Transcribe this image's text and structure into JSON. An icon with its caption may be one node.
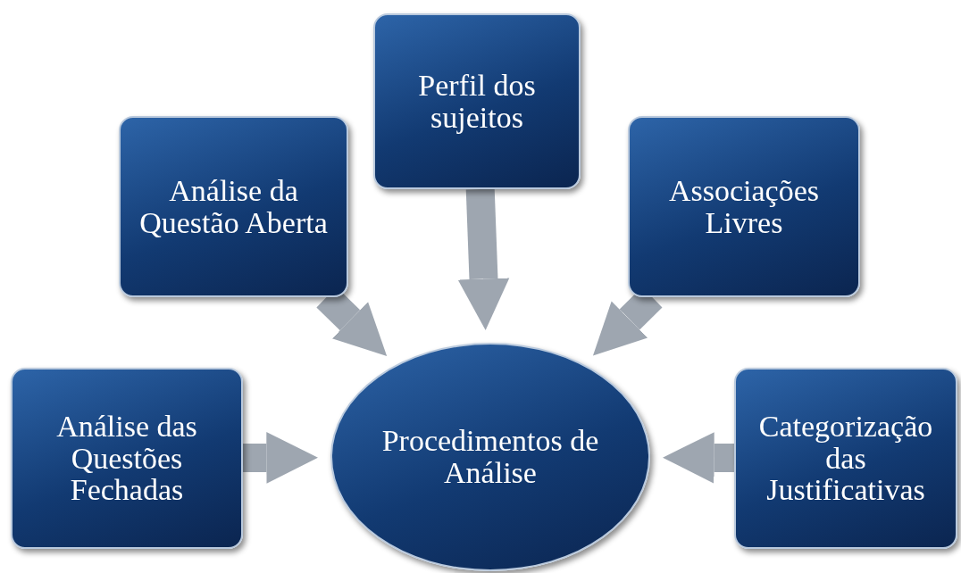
{
  "diagram": {
    "nodes": [
      {
        "text": [
          "Perfil dos sujeitos"
        ]
      },
      {
        "text": [
          "Análise da Questão Aberta"
        ]
      },
      {
        "text": [
          "Associações Livres"
        ]
      },
      {
        "text": [
          "Análise das Questões Fechadas"
        ]
      },
      {
        "text": [
          "Procedimentos de Análise"
        ]
      },
      {
        "text": [
          "Categorização das Justificativas"
        ]
      }
    ],
    "edges": [
      {
        "from": 0,
        "to": 4,
        "arrow": "to"
      },
      {
        "from": 1,
        "to": 4,
        "arrow": "to"
      },
      {
        "from": 2,
        "to": 4,
        "arrow": "to"
      },
      {
        "from": 3,
        "to": 4,
        "arrow": "to"
      },
      {
        "from": 5,
        "to": 4,
        "arrow": "to"
      }
    ]
  }
}
